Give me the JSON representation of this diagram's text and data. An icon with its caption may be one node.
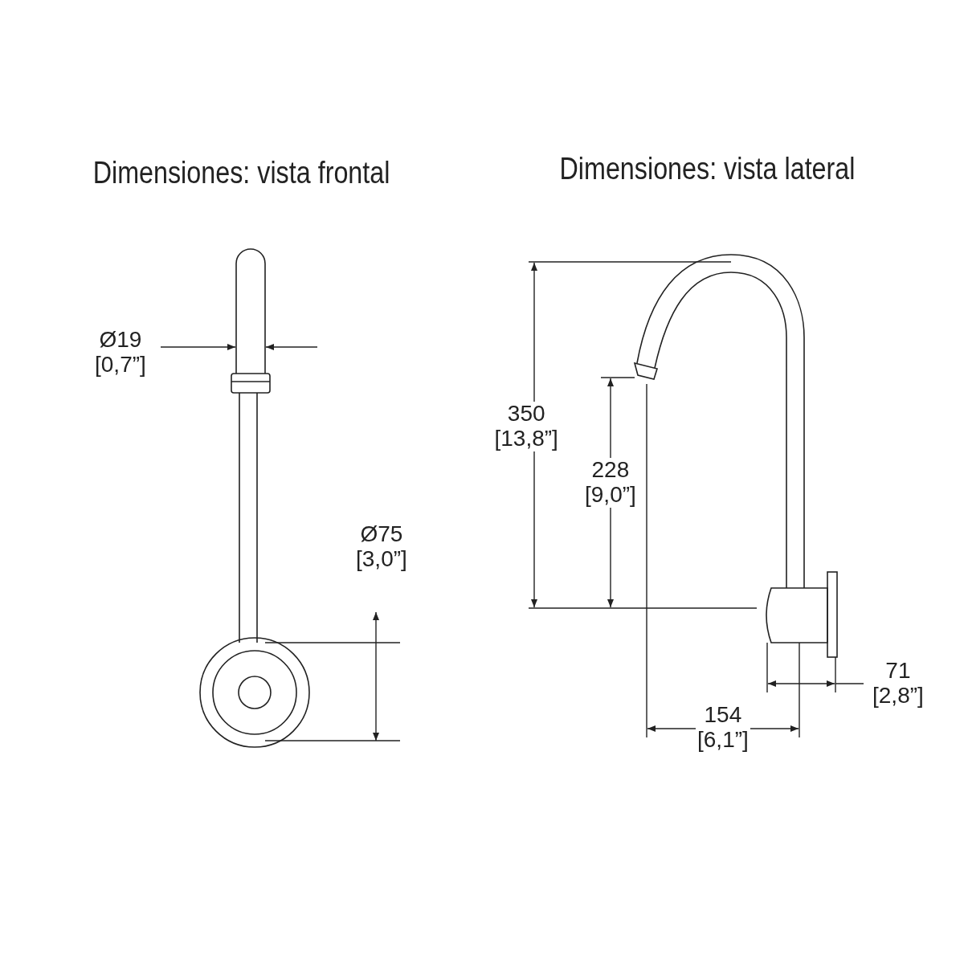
{
  "diagram": {
    "labels": [
      "Dimensiones: vista frontal",
      "Dimensiones: vista lateral",
      "Ø19 [0,7”]",
      "Ø75 [3,0”]",
      "350 [13,8”]",
      "228 [9,0”]",
      "71 [2,8”]",
      "154 [6,1”]"
    ]
  }
}
